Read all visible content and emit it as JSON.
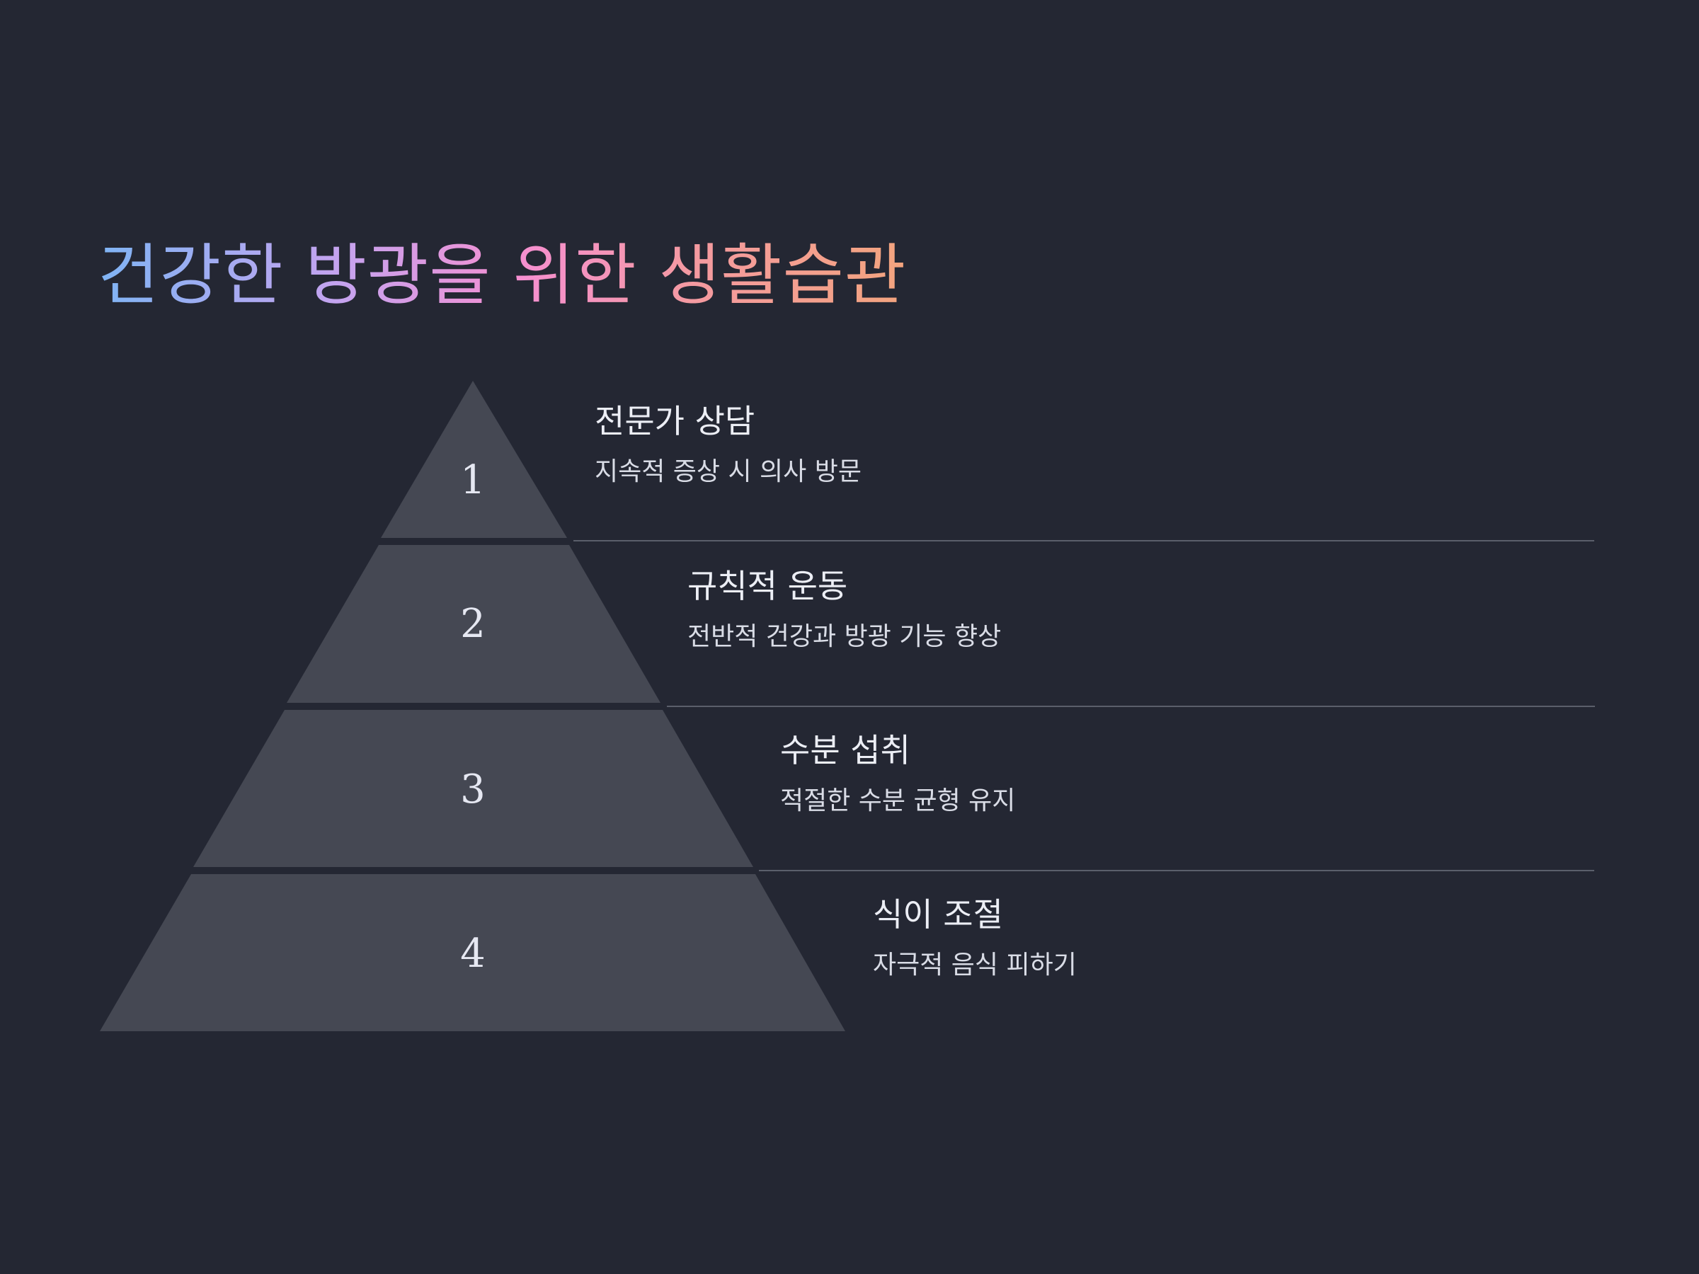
{
  "title": "건강한 방광을 위한 생활습관",
  "levels": [
    {
      "number": "1",
      "title": "전문가 상담",
      "description": "지속적 증상 시 의사 방문"
    },
    {
      "number": "2",
      "title": "규칙적 운동",
      "description": "전반적 건강과 방광 기능 향상"
    },
    {
      "number": "3",
      "title": "수분 섭취",
      "description": "적절한 수분 균형 유지"
    },
    {
      "number": "4",
      "title": "식이 조절",
      "description": "자극적 음식 피하기"
    }
  ],
  "colors": {
    "background": "#242733",
    "tier_fill": "#454853",
    "title_gradient": [
      "#7fb4f4",
      "#c5a3ef",
      "#f58fd1",
      "#f49aa0",
      "#f3a47e"
    ]
  }
}
